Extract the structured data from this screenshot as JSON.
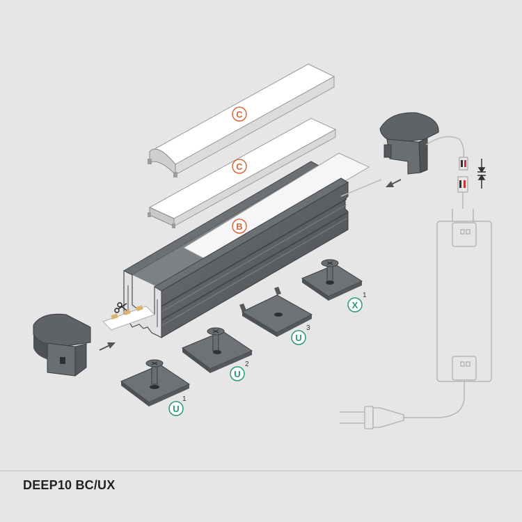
{
  "title": "DEEP10 BC/UX",
  "badges": {
    "c_top": "C",
    "c_mid": "C",
    "b": "B",
    "x": "X",
    "u3": "U",
    "u2": "U",
    "u1": "U"
  },
  "superscripts": {
    "x": "1",
    "u3": "3",
    "u2": "2",
    "u1": "1"
  },
  "colors": {
    "background": "#e6e6e6",
    "profile": "#5a5d61",
    "diffuser": "#fafafa",
    "badge_orange": "#d4693a",
    "badge_green": "#2a9b6e",
    "wire": "#b9b9b9"
  },
  "icons": [
    "scissors-icon",
    "arrow-left-icon",
    "arrow-right-icon",
    "compress-arrows-icon"
  ]
}
